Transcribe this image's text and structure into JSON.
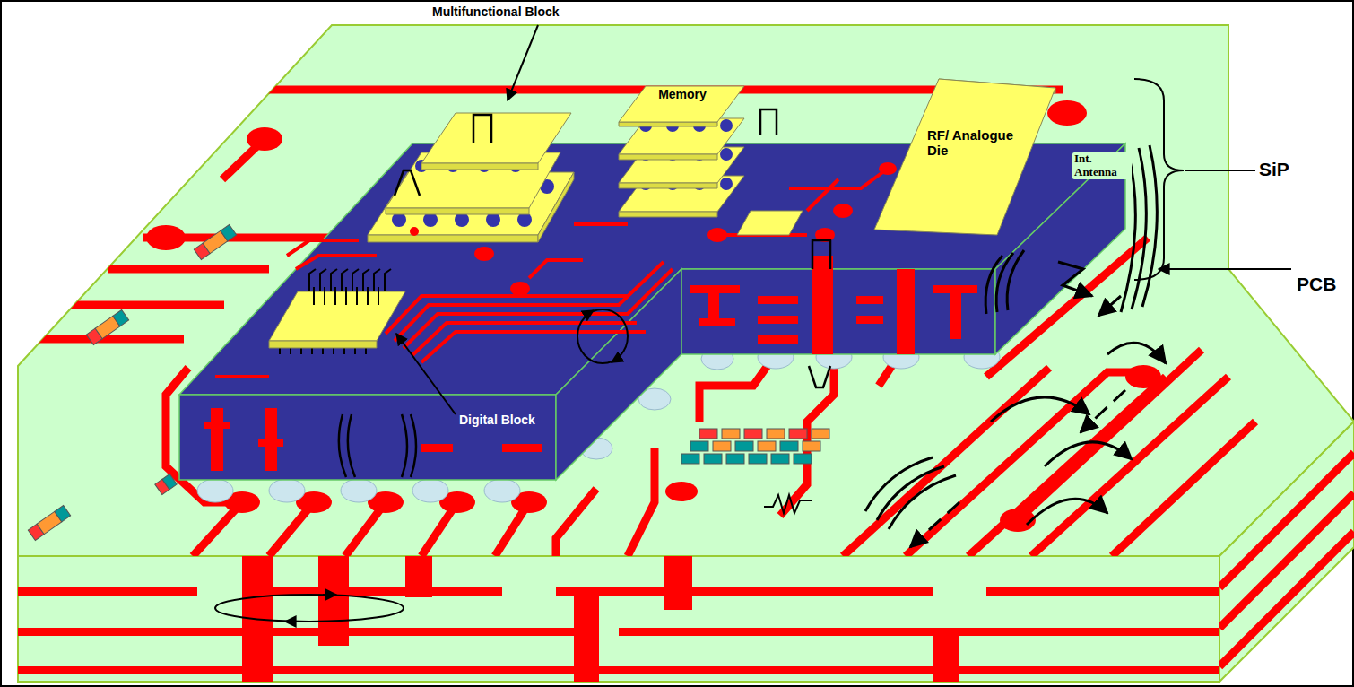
{
  "diagram": {
    "nodes": [
      {
        "text": [
          "Memory"
        ]
      },
      {
        "text": [
          "RF/ Analogue Die"
        ]
      }
    ],
    "labels": [
      "Multifunctional Block",
      "Int. Antenna",
      "SiP",
      "PCB",
      "Digital Block"
    ]
  }
}
